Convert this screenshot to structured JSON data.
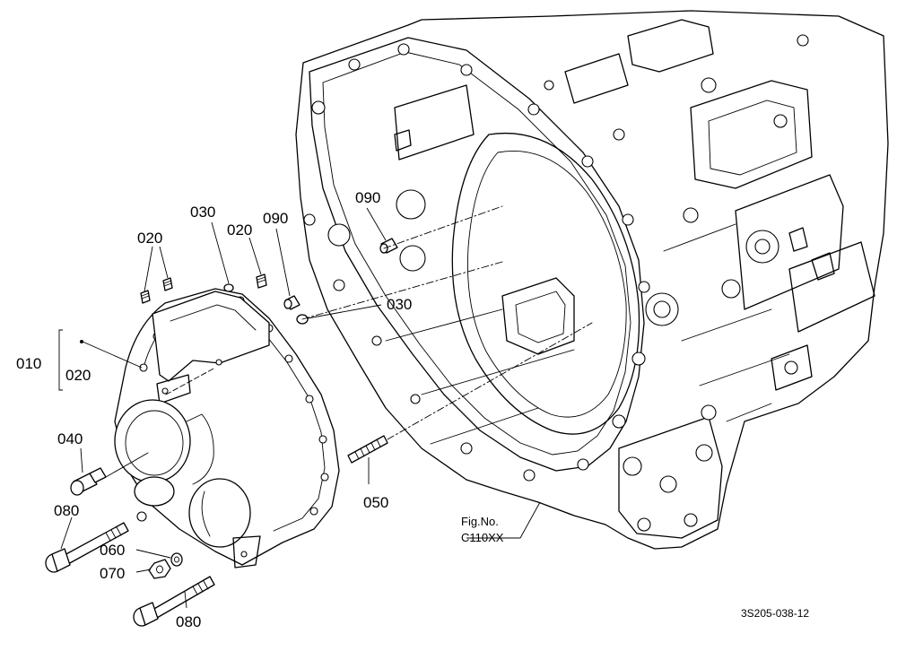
{
  "callouts": {
    "c010": "010",
    "c020_bracket": "020",
    "c020_a": "020",
    "c020_b": "020",
    "c030_a": "030",
    "c030_b": "030",
    "c040": "040",
    "c050": "050",
    "c060": "060",
    "c070": "070",
    "c080_a": "080",
    "c080_b": "080",
    "c090_a": "090",
    "c090_b": "090"
  },
  "figure_ref": {
    "label": "Fig.No.",
    "number": "C110XX"
  },
  "diagram_id": "3S205-038-12"
}
